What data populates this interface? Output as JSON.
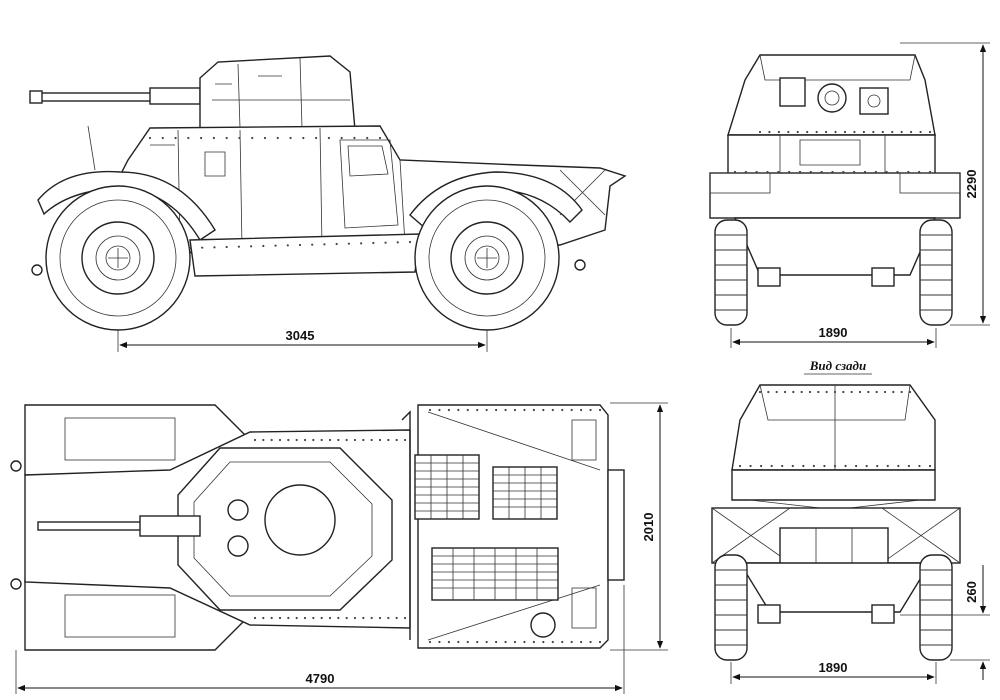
{
  "views": {
    "rear_caption": "Вид сзади"
  },
  "dimensions": {
    "wheelbase": "3045",
    "side_height": "2290",
    "rear_track": "1890",
    "top_width": "2010",
    "overall_length": "4790",
    "front_track": "1890",
    "ground_clearance": "260"
  },
  "colors": {
    "line": "#222222",
    "background": "#ffffff"
  }
}
